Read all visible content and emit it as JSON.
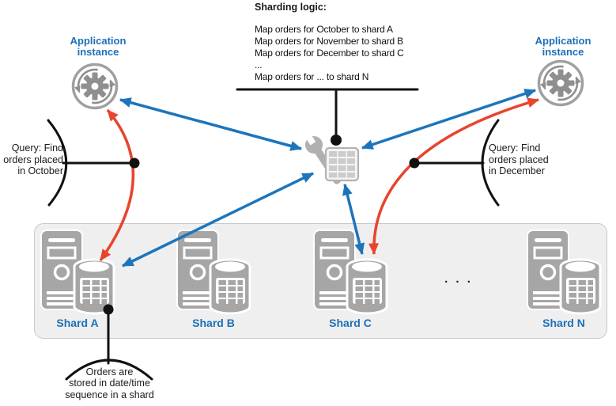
{
  "sharding_logic": {
    "title": "Sharding logic:",
    "rules": [
      "Map orders for October to shard A",
      "Map orders for November to shard B",
      "Map orders for December to shard C",
      "...",
      "Map orders for ... to shard N"
    ]
  },
  "app_left": {
    "label": "Application\ninstance"
  },
  "app_right": {
    "label": "Application\ninstance"
  },
  "query_left": {
    "text": "Query: Find\norders placed\nin October"
  },
  "query_right": {
    "text": "Query: Find\norders placed\nin December"
  },
  "shards": [
    {
      "label": "Shard A"
    },
    {
      "label": "Shard B"
    },
    {
      "label": "Shard C"
    },
    {
      "label": "Shard N"
    }
  ],
  "ellipsis": ". . .",
  "bottom_note": {
    "text": "Orders are\nstored in date/time\nsequence in a shard"
  },
  "icons": {
    "application": "gear-cycle-icon",
    "router": "wrench-table-icon",
    "shard": "server-database-icon"
  },
  "colors": {
    "arrow_blue": "#1c75bc",
    "arrow_red": "#e8442e",
    "label_blue": "#1c70b8",
    "icon_gray": "#a6a6a6",
    "callout_black": "#111111",
    "container_fill": "#efefef",
    "container_border": "#c9c9c9"
  }
}
